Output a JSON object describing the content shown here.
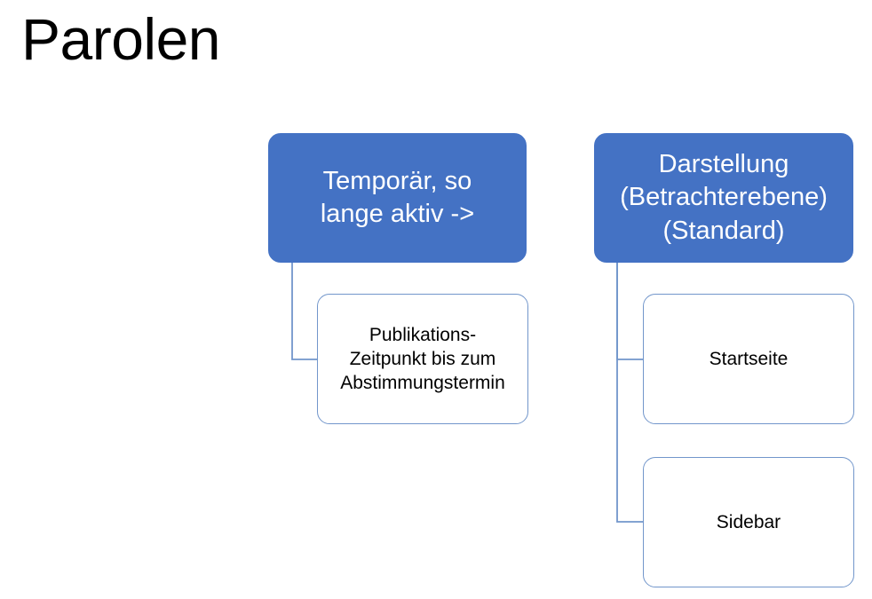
{
  "slide": {
    "title": "Parolen",
    "background_color": "#FFFFFF"
  },
  "theme": {
    "parent_fill": "#4472C4",
    "parent_text_color": "#FFFFFF",
    "child_fill": "#FFFFFF",
    "child_border_color": "#7296CB",
    "child_text_color": "#000000",
    "connector_color": "#7296CB",
    "title_color": "#000000"
  },
  "diagram": {
    "type": "org-chart",
    "branches": [
      {
        "id": "temporaer",
        "parent": {
          "label": "Temporär, so\nlange aktiv ->"
        },
        "children": [
          {
            "id": "publikations",
            "label": "Publikations-\nZeitpunkt bis zum\nAbstimmungstermin"
          }
        ]
      },
      {
        "id": "darstellung",
        "parent": {
          "label": "Darstellung\n(Betrachterebene)\n(Standard)"
        },
        "children": [
          {
            "id": "startseite",
            "label": "Startseite"
          },
          {
            "id": "sidebar",
            "label": "Sidebar"
          }
        ]
      }
    ]
  }
}
